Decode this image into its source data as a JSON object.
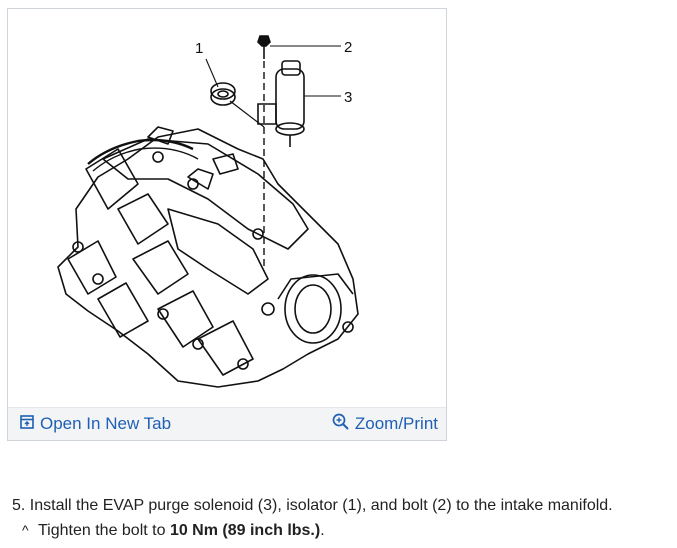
{
  "figure": {
    "callouts": [
      "1",
      "2",
      "3"
    ],
    "toolbar": {
      "open_tab_label": "Open In New Tab",
      "open_tab_icon": "open-new-tab-icon",
      "zoom_label": "Zoom/Print",
      "zoom_icon": "magnifier-plus-icon",
      "link_color": "#1f5fb4"
    }
  },
  "instructions": {
    "step_text": "5. Install the EVAP purge solenoid (3), isolator (1), and bolt (2) to the intake manifold.",
    "sub_caret": "^",
    "sub_prefix": "Tighten the bolt to ",
    "sub_bold": "10 Nm (89 inch lbs.)",
    "sub_suffix": "."
  }
}
